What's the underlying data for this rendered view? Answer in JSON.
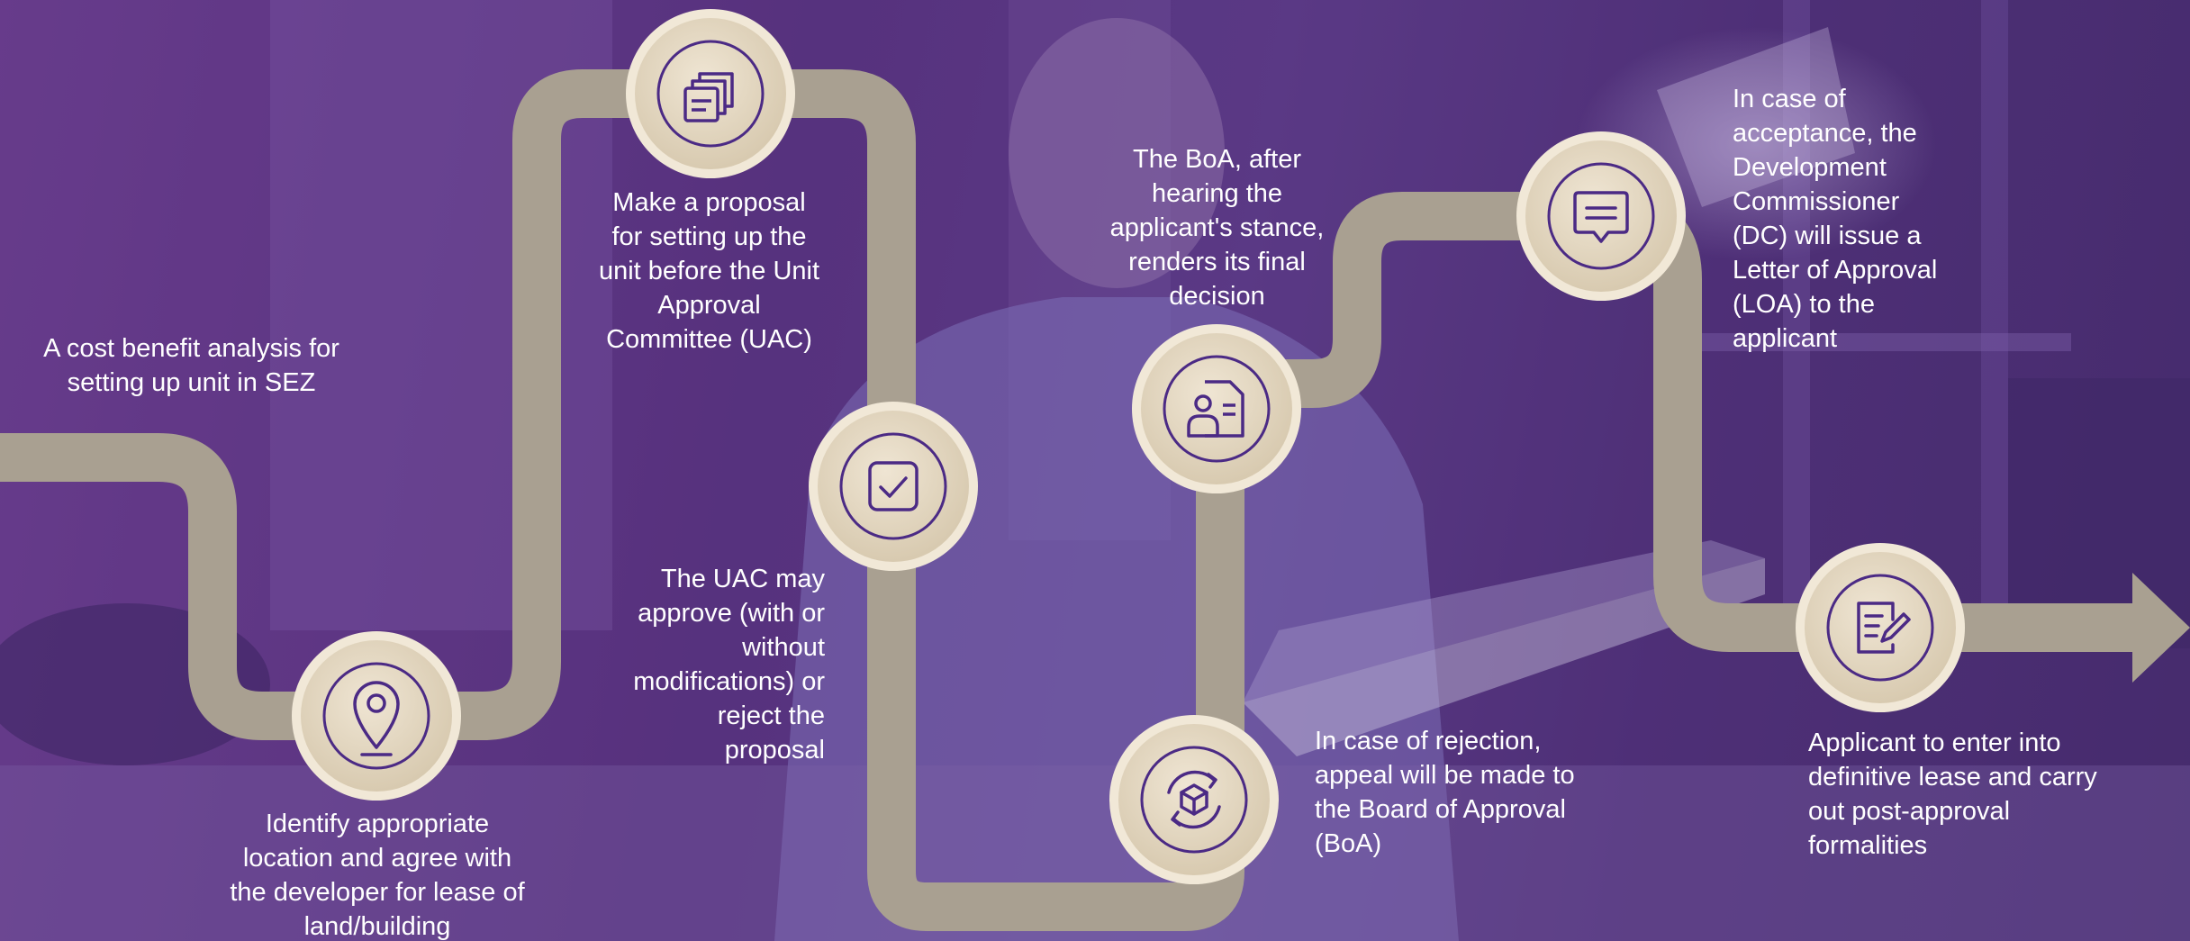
{
  "colors": {
    "background": "#58357f",
    "path": "#a9a091",
    "node_ring_outer": "#ece1cd",
    "node_ring_inner": "#d8cbb2",
    "icon": "#4b2a85",
    "text": "#ffffff"
  },
  "steps": [
    {
      "text": "A cost benefit analysis for setting up unit in SEZ",
      "icon": "none"
    },
    {
      "text": "Identify appropriate location and agree with the developer for lease of land/building",
      "icon": "location-pin-icon"
    },
    {
      "text": "Make a proposal for setting up the unit before the Unit Approval Committee (UAC)",
      "icon": "documents-icon"
    },
    {
      "text": "The UAC may approve (with or without modifications) or reject the proposal",
      "icon": "checkbox-icon"
    },
    {
      "text": "In case of rejection, appeal will be made to the Board of Approval (BoA)",
      "icon": "cube-refresh-icon"
    },
    {
      "text": "The BoA, after hearing the applicant's stance, renders its final decision",
      "icon": "person-document-icon"
    },
    {
      "text": "In case of acceptance, the Development Commissioner (DC) will issue a Letter of Approval (LOA) to the applicant",
      "icon": "message-icon"
    },
    {
      "text": "Applicant to enter into definitive lease and carry out post-approval formalities",
      "icon": "sign-document-icon"
    }
  ]
}
